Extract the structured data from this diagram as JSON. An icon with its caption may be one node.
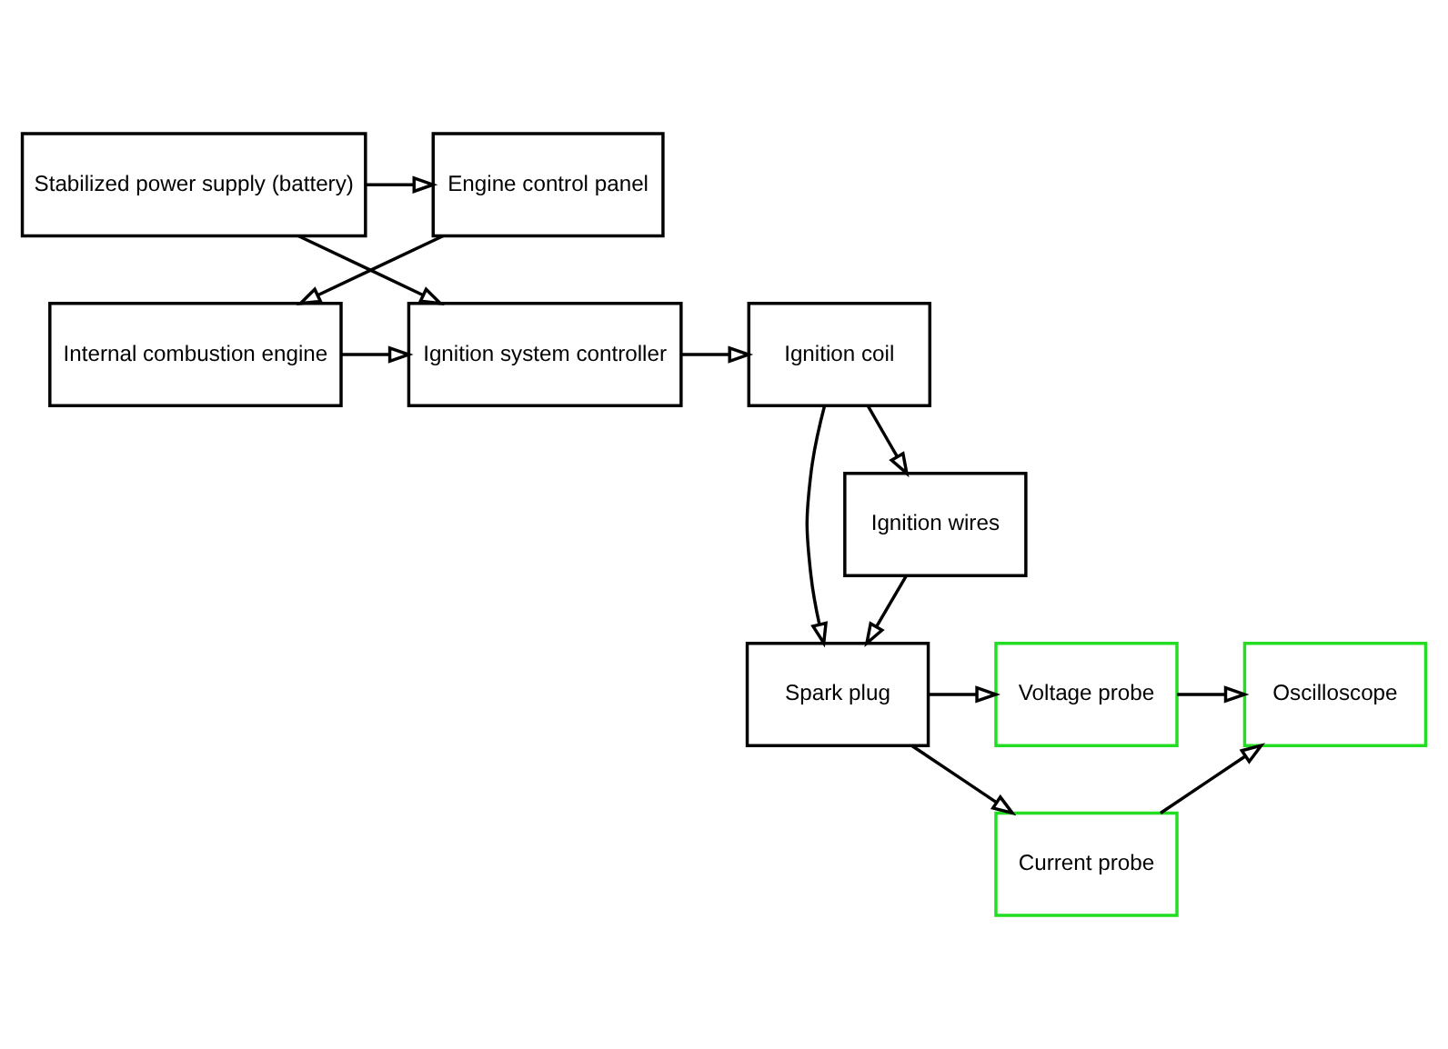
{
  "diagram": {
    "nodes": [
      {
        "text": [
          "Engine control panel"
        ]
      },
      {
        "text": [
          "Stabilized power supply (battery)"
        ]
      },
      {
        "text": [
          "Internal combustion engine"
        ]
      },
      {
        "text": [
          "Ignition system controller"
        ]
      },
      {
        "text": [
          "Ignition coil"
        ]
      },
      {
        "text": [
          "Ignition wires"
        ]
      },
      {
        "text": [
          "Voltage probe"
        ]
      },
      {
        "text": [
          "Oscilloscope"
        ]
      },
      {
        "text": [
          "Spark plug"
        ]
      },
      {
        "text": [
          "Current probe"
        ]
      }
    ],
    "edges": [
      {
        "from": 1,
        "to": 0,
        "arrow": "to"
      },
      {
        "from": 0,
        "to": 2,
        "arrow": "to"
      },
      {
        "from": 1,
        "to": 3,
        "arrow": "to"
      },
      {
        "from": 2,
        "to": 3,
        "arrow": "to"
      },
      {
        "from": 3,
        "to": 4,
        "arrow": "to"
      },
      {
        "from": 4,
        "to": 8,
        "arrow": "to"
      },
      {
        "from": 4,
        "to": 5,
        "arrow": "to"
      },
      {
        "from": 5,
        "to": 8,
        "arrow": "to"
      },
      {
        "from": 8,
        "to": 6,
        "arrow": "to"
      },
      {
        "from": 8,
        "to": 9,
        "arrow": "to"
      },
      {
        "from": 6,
        "to": 7,
        "arrow": "to"
      },
      {
        "from": 9,
        "to": 7,
        "arrow": "to"
      }
    ]
  }
}
